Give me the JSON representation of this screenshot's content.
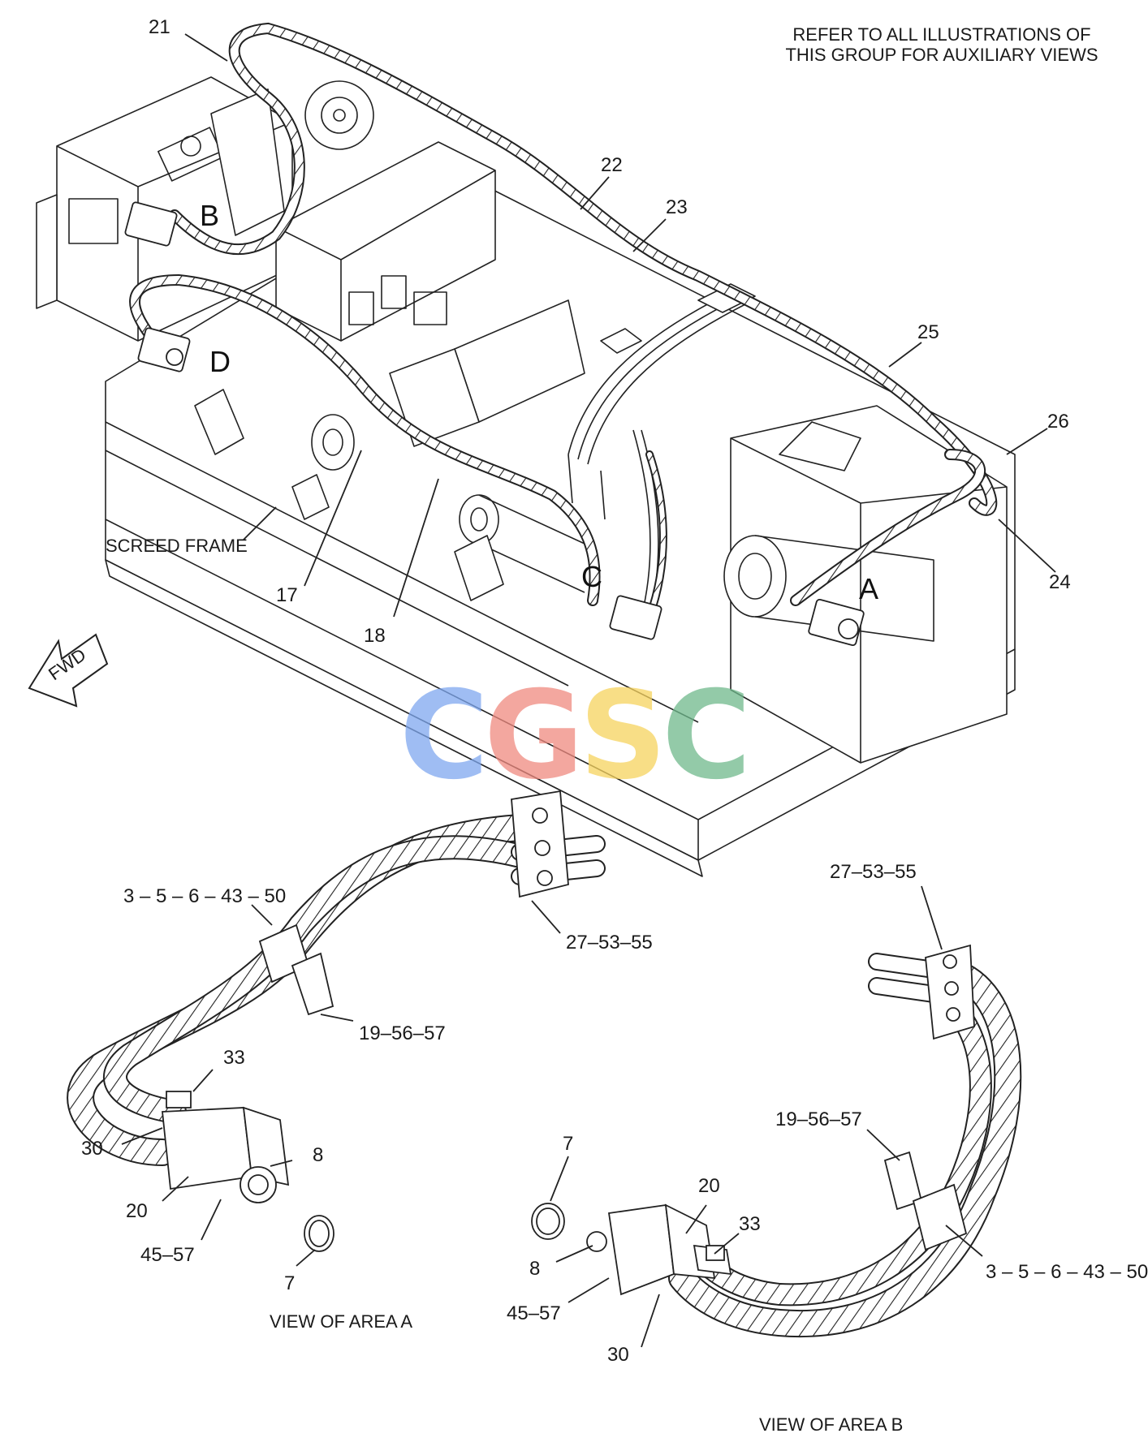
{
  "note": {
    "line1": "REFER TO ALL ILLUSTRATIONS OF",
    "line2": "THIS GROUP FOR AUXILIARY VIEWS"
  },
  "callouts": {
    "c21": "21",
    "c22": "22",
    "c23": "23",
    "c25": "25",
    "c26": "26",
    "c24": "24",
    "c17": "17",
    "c18": "18",
    "screed": "SCREED FRAME"
  },
  "areas": {
    "A": "A",
    "B": "B",
    "C": "C",
    "D": "D"
  },
  "fwd": "FWD",
  "watermark": {
    "letters": [
      "C",
      "G",
      "S",
      "C"
    ],
    "colors": [
      "#7fa8f0",
      "#f08a80",
      "#f6d35e",
      "#6fb98c"
    ]
  },
  "viewA": {
    "caption": "VIEW OF AREA A",
    "l_3_5_6": "3 – 5 – 6 – 43 – 50",
    "l_27": "27–53–55",
    "l_19": "19–56–57",
    "l_33": "33",
    "l_30": "30",
    "l_8": "8",
    "l_20": "20",
    "l_45": "45–57",
    "l_7": "7"
  },
  "viewB": {
    "caption": "VIEW OF AREA B",
    "l_27": "27–53–55",
    "l_19": "19–56–57",
    "l_3_5_6": "3 – 5 – 6 – 43 – 50",
    "l_7": "7",
    "l_20": "20",
    "l_33": "33",
    "l_8": "8",
    "l_45": "45–57",
    "l_30": "30"
  }
}
